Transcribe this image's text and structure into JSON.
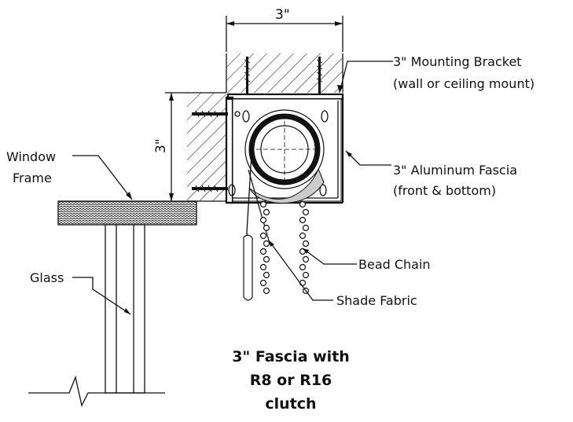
{
  "dimensions": {
    "top_width": "3\"",
    "side_height": "3\""
  },
  "callouts": {
    "mounting_bracket_line1": "3\" Mounting Bracket",
    "mounting_bracket_line2": "(wall or ceiling mount)",
    "fascia_line1": "3\" Aluminum Fascia",
    "fascia_line2": "(front & bottom)",
    "window_frame_line1": "Window",
    "window_frame_line2": "Frame",
    "glass": "Glass",
    "bead_chain": "Bead Chain",
    "shade_fabric": "Shade Fabric"
  },
  "title": {
    "line1": "3\" Fascia with",
    "line2": "R8 or R16",
    "line3": "clutch"
  }
}
